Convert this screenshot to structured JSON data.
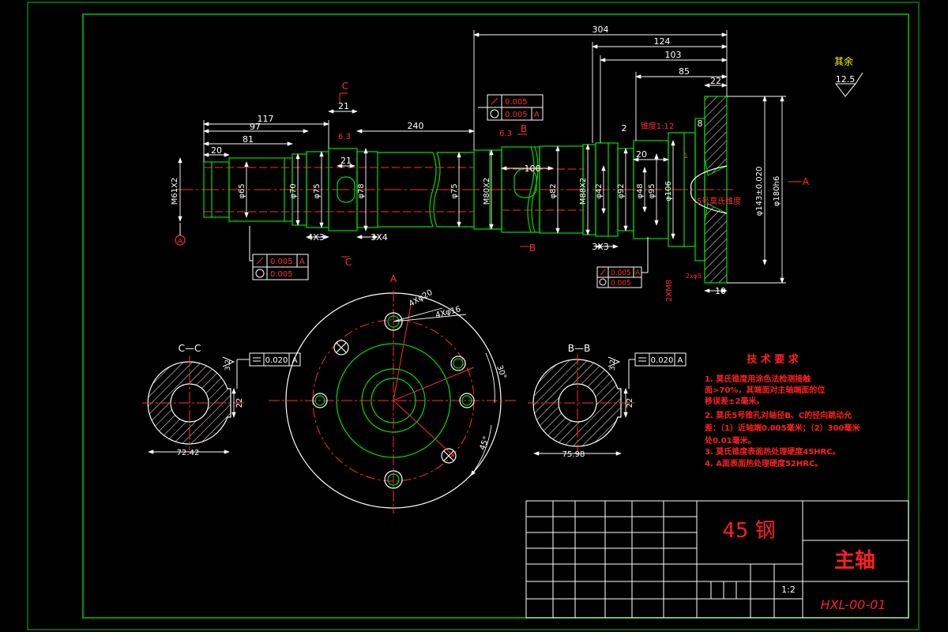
{
  "colors": {
    "background": "#000000",
    "frame": "#00c800",
    "outline": "#00dc00",
    "dimension": "#ffffff",
    "annotation": "#ff2020",
    "centerline": "#ff3030",
    "hatch": "#ffffff",
    "callout": "#ffff00"
  },
  "main_view": {
    "dims_top": [
      "304",
      "124",
      "103",
      "85",
      "22",
      "117",
      "97",
      "81",
      "20",
      "240",
      "21",
      "21",
      "100",
      "2",
      "20",
      "8"
    ],
    "dims_bottom": [
      "4X3",
      "3X4",
      "3X3",
      "10"
    ],
    "diameters": [
      "M61X2",
      "φ65",
      "φ70",
      "φ75",
      "φ78",
      "φ75",
      "M80X2",
      "φ82",
      "M88X2",
      "φ42",
      "φ92",
      "φ48",
      "φ95",
      "φ106",
      "φ143±0.020",
      "φ180h6"
    ],
    "section_marks": {
      "c": "C",
      "b": "B",
      "a": "A"
    },
    "roughness": [
      "6.3",
      "6.3"
    ],
    "taper": "锥度1:12",
    "morse": "5号莫氏锥度",
    "thread_note": "2XM8",
    "thread_note2": "2xφ5",
    "chamfer_note": "1",
    "datum_a": "A",
    "tol_left": {
      "v1": "0.005",
      "r1": "A",
      "v2": "0.005"
    },
    "tol_top": {
      "v1": "0.005",
      "v2": "0.005",
      "r2": "A"
    },
    "tol_right": {
      "v1": "0.005",
      "r1": "A",
      "v2": "0.005"
    }
  },
  "finish": {
    "label": "其余",
    "value": "12.5"
  },
  "section_cc": {
    "title": "C—C",
    "width": "72.42",
    "depth": "22",
    "tol": "0.020",
    "ref": "A",
    "rough": "3.2"
  },
  "section_bb": {
    "title": "B—B",
    "width": "75.98",
    "depth": "22",
    "tol": "0.020",
    "ref": "A",
    "rough": "3.2"
  },
  "view_a": {
    "title": "A",
    "holes1": "4Xφ20",
    "holes2": "4Xφ16",
    "angle1": "30°",
    "angle2": "45°"
  },
  "tech_req": {
    "title": "技 术 要 求",
    "lines": [
      "1. 莫氏锥度用涂色法检测接触",
      "面>70%，其端面对主轴端面的位",
      "移误差±2毫米。",
      "2. 莫氏5号锥孔对轴径B、C的径向跳动允",
      "差：（1）近轴端0.005毫米；（2）300毫米",
      "处0.01毫米。",
      "3. 莫氏锥度表面热处理硬度45HRC。",
      "4. A面表面热处理硬度52HRC。"
    ]
  },
  "title_block": {
    "material": "45 钢",
    "part_name": "主轴",
    "scale": "1:2",
    "drawing_no": "HXL-00-01"
  }
}
